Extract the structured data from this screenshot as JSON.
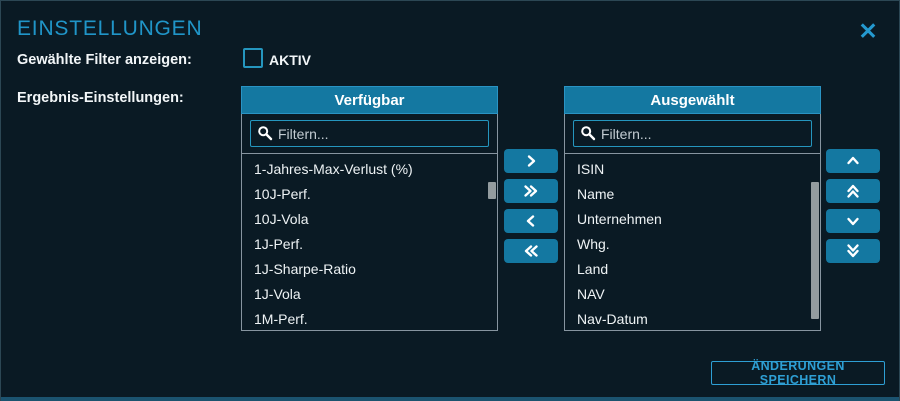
{
  "dialog": {
    "title": "EINSTELLUNGEN",
    "close_icon": "✕"
  },
  "labels": {
    "show_selected_filters": "Gewählte Filter anzeigen:",
    "aktiv_checkbox_label": "AKTIV",
    "result_settings": "Ergebnis-Einstellungen:"
  },
  "checkbox": {
    "aktiv_checked": false
  },
  "available_panel": {
    "header": "Verfügbar",
    "filter_placeholder": "Filtern...",
    "filter_value": "",
    "items": [
      "1-Jahres-Max-Verlust (%)",
      "10J-Perf.",
      "10J-Vola",
      "1J-Perf.",
      "1J-Sharpe-Ratio",
      "1J-Vola",
      "1M-Perf."
    ]
  },
  "selected_panel": {
    "header": "Ausgewählt",
    "filter_placeholder": "Filtern...",
    "filter_value": "",
    "items": [
      "ISIN",
      "Name",
      "Unternehmen",
      "Whg.",
      "Land",
      "NAV",
      "Nav-Datum"
    ]
  },
  "transfer_buttons": [
    {
      "name": "move-right",
      "icon": "chevron-right"
    },
    {
      "name": "move-all-right",
      "icon": "double-chevron-right"
    },
    {
      "name": "move-left",
      "icon": "chevron-left"
    },
    {
      "name": "move-all-left",
      "icon": "double-chevron-left"
    }
  ],
  "order_buttons": [
    {
      "name": "move-up",
      "icon": "chevron-up"
    },
    {
      "name": "move-to-top",
      "icon": "double-chevron-up"
    },
    {
      "name": "move-down",
      "icon": "chevron-down"
    },
    {
      "name": "move-to-bottom",
      "icon": "double-chevron-down"
    }
  ],
  "save_button_label": "ÄNDERUNGEN SPEICHERN",
  "colors": {
    "background": "#0a1a24",
    "accent_cyan": "#2596be",
    "title_cyan": "#2095c8",
    "header_teal": "#1478a1",
    "panel_border_gray": "#8795a0",
    "scroll_thumb_gray": "#939c9f",
    "bottom_bar": "#1b536f",
    "text_white": "#f2f6f8"
  }
}
